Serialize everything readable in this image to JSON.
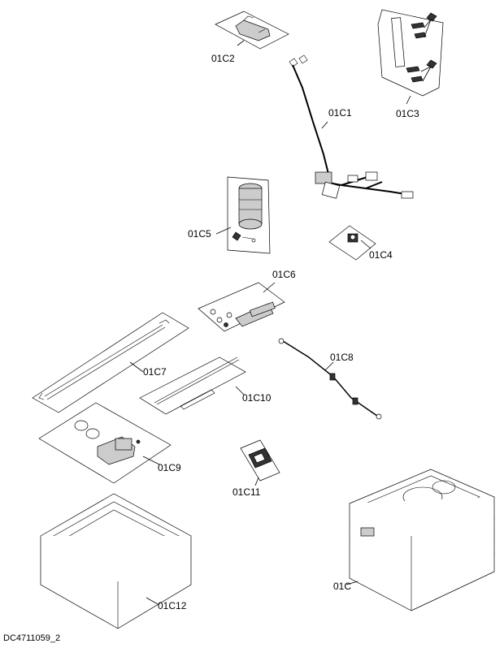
{
  "labels": {
    "c2": "01C2",
    "c3": "01C3",
    "c1": "01C1",
    "c5": "01C5",
    "c4": "01C4",
    "c6": "01C6",
    "c7": "01C7",
    "c8": "01C8",
    "c10": "01C10",
    "c9": "01C9",
    "c11": "01C11",
    "c12": "01C12",
    "c": "01C"
  },
  "document_id": "DC4711059_2"
}
